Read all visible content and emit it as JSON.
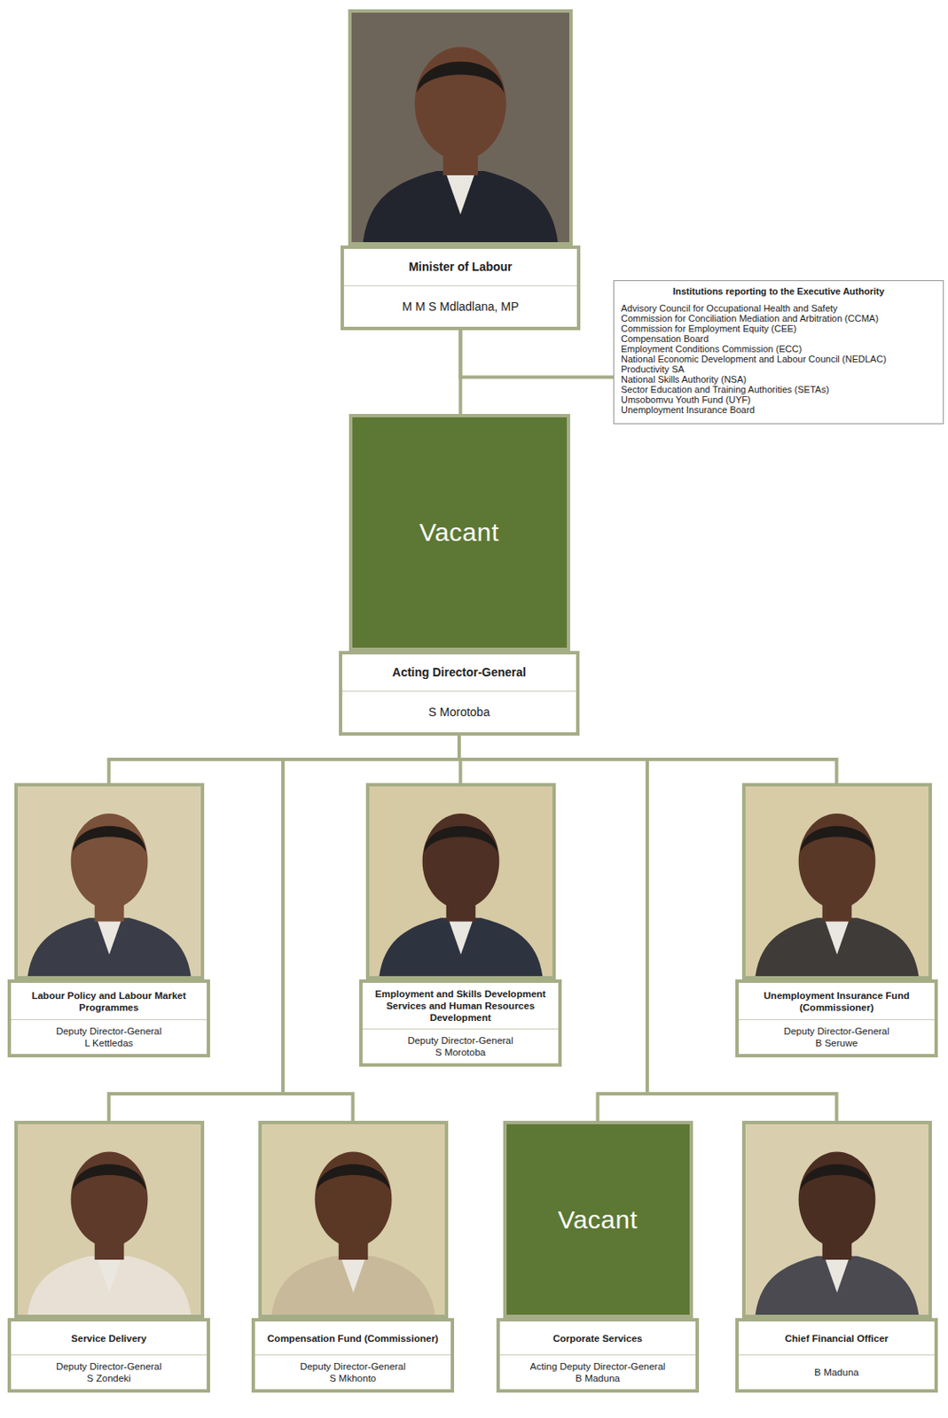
{
  "diagram": {
    "nodes": [
      {
        "text": [
          "Minister of Labour",
          "M M S Mdladlana, MP"
        ]
      },
      {
        "text": [
          "Institutions reporting to the Executive Authority",
          "Advisory Council for Occupational Health and Safety",
          "Commission for Conciliation Mediation and Arbitration (CCMA)",
          "Commission for Employment Equity (CEE)",
          "Compensation Board",
          "Employment Conditions Commission (ECC)",
          "National Economic Development and Labour Council (NEDLAC)",
          "Productivity SA",
          "National Skills Authority (NSA)",
          "Sector Education and Training Authorities (SETAs)",
          "Umsobomvu Youth Fund (UYF)",
          "Unemployment Insurance Board"
        ]
      },
      {
        "text": [
          "Vacant",
          "Acting Director-General",
          "S Morotoba"
        ]
      },
      {
        "text": [
          "Labour Policy and Labour Market Programmes",
          "Deputy Director-General",
          "L Kettledas"
        ]
      },
      {
        "text": [
          "Employment and Skills Development Services and Human Resources Development",
          "Deputy Director-General",
          "S Morotoba"
        ]
      },
      {
        "text": [
          "Unemployment Insurance Fund (Commissioner)",
          "Deputy Director-General",
          "B Seruwe"
        ]
      },
      {
        "text": [
          "Service Delivery",
          "Deputy Director-General",
          "S Zondeki"
        ]
      },
      {
        "text": [
          "Compensation Fund (Commissioner)",
          "Deputy Director-General",
          "S Mkhonto"
        ]
      },
      {
        "text": [
          "Vacant",
          "Corporate Services",
          "Acting Deputy Director-General",
          "B Maduna"
        ]
      },
      {
        "text": [
          "Chief Financial Officer",
          "B Maduna"
        ]
      }
    ],
    "edges": [
      {
        "from": 0,
        "to": 1,
        "arrow": "none"
      },
      {
        "from": 0,
        "to": 2,
        "arrow": "none"
      },
      {
        "from": 2,
        "to": 3,
        "arrow": "none"
      },
      {
        "from": 2,
        "to": 4,
        "arrow": "none"
      },
      {
        "from": 2,
        "to": 5,
        "arrow": "none"
      },
      {
        "from": 2,
        "to": 6,
        "arrow": "none"
      },
      {
        "from": 2,
        "to": 7,
        "arrow": "none"
      },
      {
        "from": 2,
        "to": 8,
        "arrow": "none"
      },
      {
        "from": 2,
        "to": 9,
        "arrow": "none"
      }
    ]
  }
}
